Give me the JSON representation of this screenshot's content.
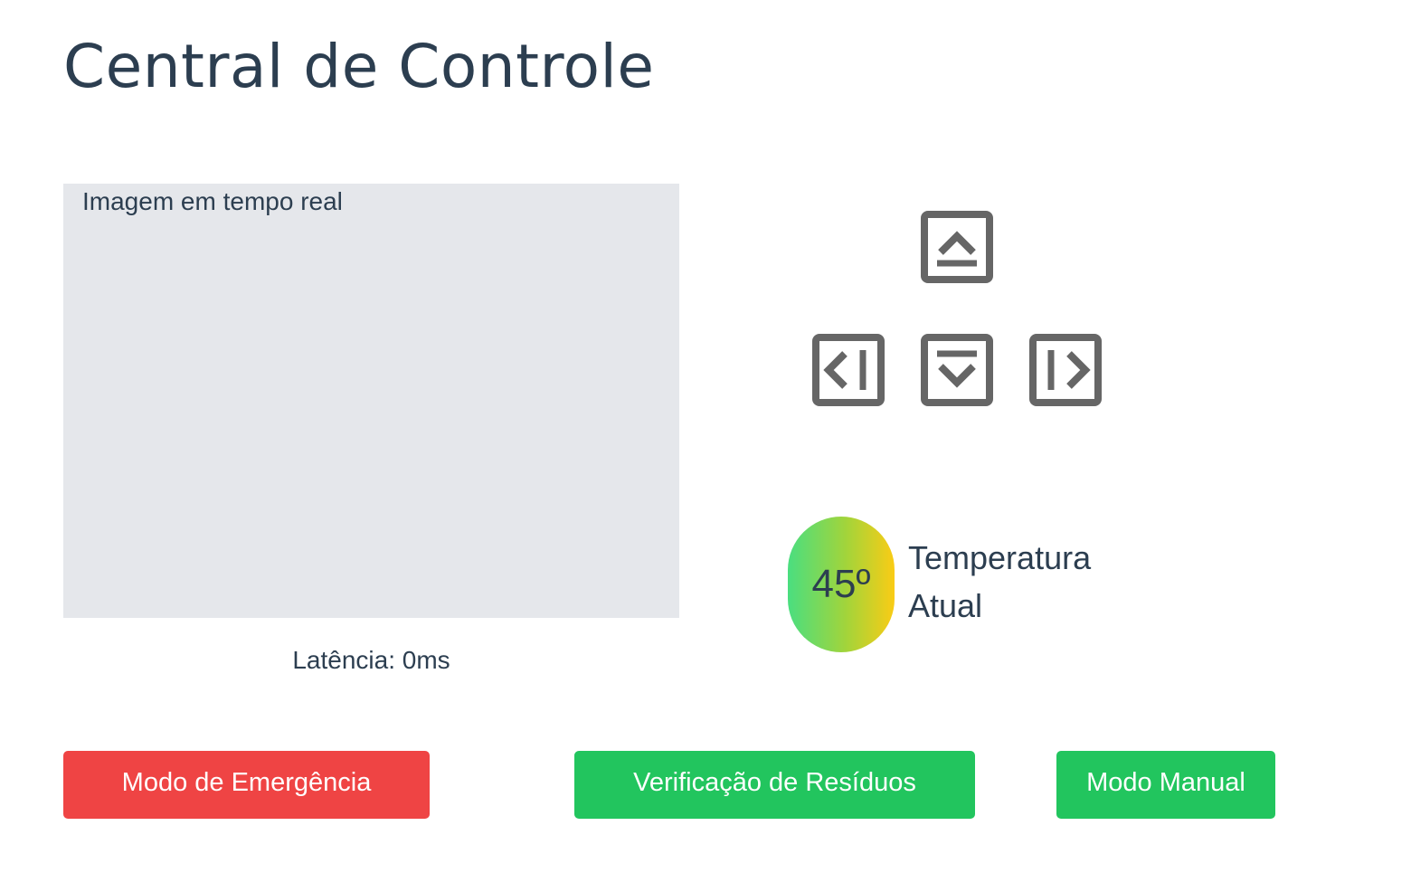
{
  "header": {
    "title": "Central de Controle"
  },
  "video": {
    "label": "Imagem em tempo real",
    "latency_label": "Latência:",
    "latency_value": "0ms"
  },
  "controls": {
    "icon_color": "#666666",
    "up_icon": "arrow-up-square-icon",
    "left_icon": "arrow-left-square-icon",
    "down_icon": "arrow-down-square-icon",
    "right_icon": "arrow-right-square-icon"
  },
  "temperature": {
    "value": "45º",
    "label_line1": "Temperatura",
    "label_line2": "Atual",
    "gradient_colors": [
      "#4ade80",
      "#a3d43a",
      "#facc15"
    ]
  },
  "actions": {
    "emergency_label": "Modo de Emergência",
    "residue_label": "Verificação de Resíduos",
    "manual_label": "Modo Manual",
    "emergency_color": "#ef4444",
    "primary_color": "#22c55e"
  }
}
